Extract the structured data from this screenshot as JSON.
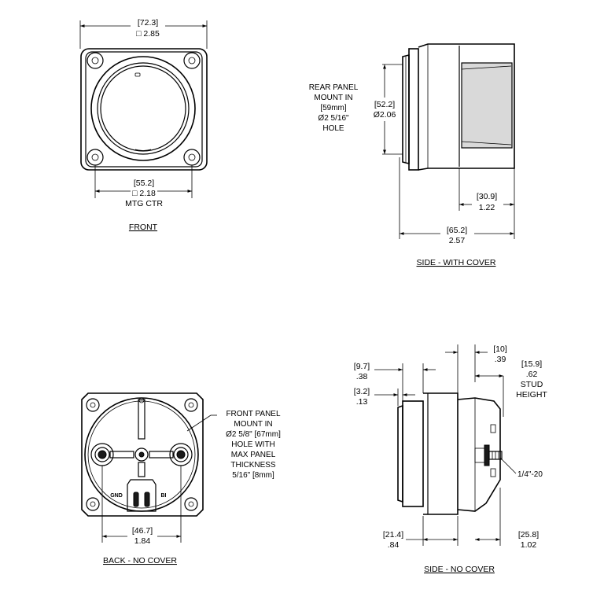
{
  "front": {
    "width_mm": "[72.3]",
    "width_in": "□ 2.85",
    "mtg_mm": "[55.2]",
    "mtg_in": "□ 2.18",
    "mtg_label": "MTG CTR",
    "title": "FRONT"
  },
  "side_cover": {
    "rear_panel_note": [
      "REAR PANEL",
      "MOUNT IN",
      "[59mm]",
      "Ø2 5/16\"",
      "HOLE"
    ],
    "dia_mm": "[52.2]",
    "dia_in": "Ø2.06",
    "cover_mm": "[30.9]",
    "cover_in": "1.22",
    "total_mm": "[65.2]",
    "total_in": "2.57",
    "title": "SIDE - WITH COVER"
  },
  "back": {
    "front_panel_note": [
      "FRONT PANEL",
      "MOUNT IN",
      "Ø2 5/8\" [67mm]",
      "HOLE WITH",
      "MAX PANEL",
      "THICKNESS",
      "5/16\" [8mm]"
    ],
    "terminal_gnd": "GND",
    "terminal_bi": "BI",
    "stud_mm": "[46.7]",
    "stud_in": "1.84",
    "title": "BACK - NO COVER"
  },
  "side_nocover": {
    "d1_mm": "[9.7]",
    "d1_in": ".38",
    "d2_mm": "[3.2]",
    "d2_in": ".13",
    "d3_mm": "[10]",
    "d3_in": ".39",
    "stud_mm": "[15.9]",
    "stud_in": ".62",
    "stud_label": [
      "STUD",
      "HEIGHT"
    ],
    "thread": "1/4\"-20",
    "d4_mm": "[21.4]",
    "d4_in": ".84",
    "d5_mm": "[25.8]",
    "d5_in": "1.02",
    "title": "SIDE - NO COVER"
  }
}
